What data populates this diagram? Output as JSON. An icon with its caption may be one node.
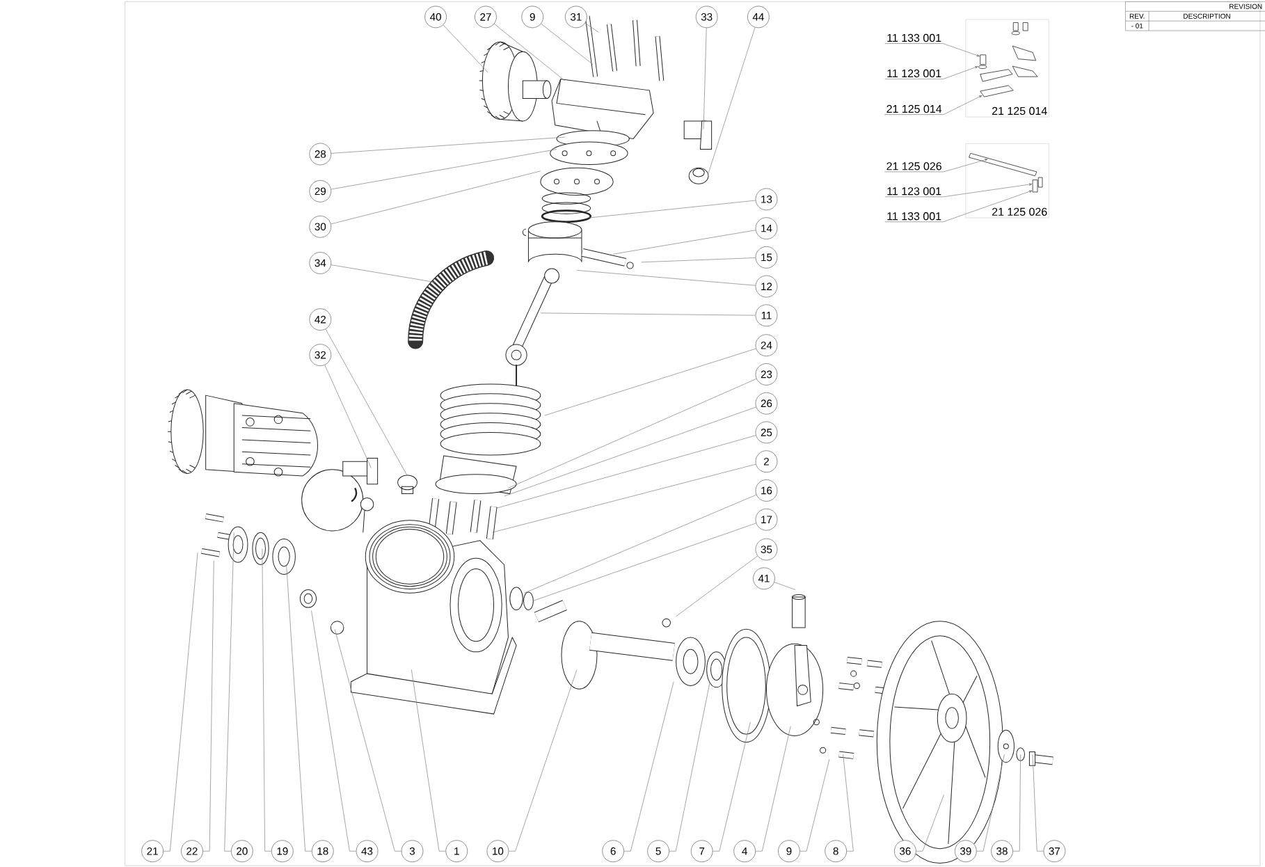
{
  "diagram": {
    "nodes": [
      {
        "text": [
          "40"
        ]
      },
      {
        "text": [
          "27"
        ]
      },
      {
        "text": [
          "9"
        ]
      },
      {
        "text": [
          "31"
        ]
      },
      {
        "text": [
          "33"
        ]
      },
      {
        "text": [
          "44"
        ]
      },
      {
        "text": [
          "28"
        ]
      },
      {
        "text": [
          "29"
        ]
      },
      {
        "text": [
          "30"
        ]
      },
      {
        "text": [
          "34"
        ]
      },
      {
        "text": [
          "42"
        ]
      },
      {
        "text": [
          "32"
        ]
      },
      {
        "text": [
          "13"
        ]
      },
      {
        "text": [
          "14"
        ]
      },
      {
        "text": [
          "15"
        ]
      },
      {
        "text": [
          "12"
        ]
      },
      {
        "text": [
          "11"
        ]
      },
      {
        "text": [
          "24"
        ]
      },
      {
        "text": [
          "23"
        ]
      },
      {
        "text": [
          "26"
        ]
      },
      {
        "text": [
          "25"
        ]
      },
      {
        "text": [
          "2"
        ]
      },
      {
        "text": [
          "16"
        ]
      },
      {
        "text": [
          "17"
        ]
      },
      {
        "text": [
          "35"
        ]
      },
      {
        "text": [
          "41"
        ]
      },
      {
        "text": [
          "21"
        ]
      },
      {
        "text": [
          "22"
        ]
      },
      {
        "text": [
          "20"
        ]
      },
      {
        "text": [
          "19"
        ]
      },
      {
        "text": [
          "18"
        ]
      },
      {
        "text": [
          "43"
        ]
      },
      {
        "text": [
          "3"
        ]
      },
      {
        "text": [
          "1"
        ]
      },
      {
        "text": [
          "10"
        ]
      },
      {
        "text": [
          "6"
        ]
      },
      {
        "text": [
          "5"
        ]
      },
      {
        "text": [
          "7"
        ]
      },
      {
        "text": [
          "4"
        ]
      },
      {
        "text": [
          "9"
        ]
      },
      {
        "text": [
          "8"
        ]
      },
      {
        "text": [
          "36"
        ]
      },
      {
        "text": [
          "39"
        ]
      },
      {
        "text": [
          "38"
        ]
      },
      {
        "text": [
          "37"
        ]
      },
      {
        "text": [
          "21 125 014"
        ]
      },
      {
        "text": [
          "11 133 001"
        ]
      },
      {
        "text": [
          "11 123 001"
        ]
      },
      {
        "text": [
          "21 125 014"
        ]
      },
      {
        "text": [
          "21 125 026"
        ]
      },
      {
        "text": [
          "21 125 026"
        ]
      },
      {
        "text": [
          "11 123 001"
        ]
      },
      {
        "text": [
          "11 133 001"
        ]
      }
    ],
    "edges": [
      {
        "from": 0,
        "to": null,
        "arrow": "none"
      },
      {
        "from": 1,
        "to": null,
        "arrow": "none"
      },
      {
        "from": 2,
        "to": null,
        "arrow": "none"
      },
      {
        "from": 3,
        "to": null,
        "arrow": "none"
      },
      {
        "from": 4,
        "to": null,
        "arrow": "none"
      },
      {
        "from": 5,
        "to": null,
        "arrow": "none"
      },
      {
        "from": 6,
        "to": null,
        "arrow": "none"
      },
      {
        "from": 7,
        "to": null,
        "arrow": "none"
      },
      {
        "from": 8,
        "to": null,
        "arrow": "none"
      },
      {
        "from": 9,
        "to": null,
        "arrow": "none"
      },
      {
        "from": 10,
        "to": null,
        "arrow": "none"
      },
      {
        "from": 11,
        "to": null,
        "arrow": "none"
      },
      {
        "from": 12,
        "to": null,
        "arrow": "none"
      },
      {
        "from": 13,
        "to": null,
        "arrow": "none"
      },
      {
        "from": 14,
        "to": null,
        "arrow": "none"
      },
      {
        "from": 15,
        "to": null,
        "arrow": "none"
      },
      {
        "from": 16,
        "to": null,
        "arrow": "none"
      },
      {
        "from": 17,
        "to": null,
        "arrow": "none"
      },
      {
        "from": 18,
        "to": null,
        "arrow": "none"
      },
      {
        "from": 19,
        "to": null,
        "arrow": "none"
      },
      {
        "from": 20,
        "to": null,
        "arrow": "none"
      },
      {
        "from": 21,
        "to": null,
        "arrow": "none"
      },
      {
        "from": 22,
        "to": null,
        "arrow": "none"
      },
      {
        "from": 23,
        "to": null,
        "arrow": "none"
      },
      {
        "from": 24,
        "to": null,
        "arrow": "none"
      },
      {
        "from": 25,
        "to": null,
        "arrow": "none"
      },
      {
        "from": 26,
        "to": null,
        "arrow": "none"
      },
      {
        "from": 27,
        "to": null,
        "arrow": "none"
      },
      {
        "from": 28,
        "to": null,
        "arrow": "none"
      },
      {
        "from": 29,
        "to": null,
        "arrow": "none"
      },
      {
        "from": 30,
        "to": null,
        "arrow": "none"
      },
      {
        "from": 31,
        "to": null,
        "arrow": "none"
      },
      {
        "from": 32,
        "to": null,
        "arrow": "none"
      },
      {
        "from": 33,
        "to": null,
        "arrow": "none"
      },
      {
        "from": 34,
        "to": null,
        "arrow": "none"
      },
      {
        "from": 35,
        "to": null,
        "arrow": "none"
      },
      {
        "from": 36,
        "to": null,
        "arrow": "none"
      },
      {
        "from": 37,
        "to": null,
        "arrow": "none"
      },
      {
        "from": 38,
        "to": null,
        "arrow": "none"
      },
      {
        "from": 39,
        "to": null,
        "arrow": "none"
      },
      {
        "from": 40,
        "to": null,
        "arrow": "none"
      },
      {
        "from": 41,
        "to": null,
        "arrow": "none"
      },
      {
        "from": 42,
        "to": null,
        "arrow": "none"
      },
      {
        "from": 43,
        "to": null,
        "arrow": "none"
      },
      {
        "from": 44,
        "to": null,
        "arrow": "none"
      },
      {
        "from": 46,
        "to": 45,
        "arrow": "to"
      },
      {
        "from": 47,
        "to": 45,
        "arrow": "to"
      },
      {
        "from": 48,
        "to": 45,
        "arrow": "to"
      },
      {
        "from": 50,
        "to": 49,
        "arrow": "to"
      },
      {
        "from": 51,
        "to": 49,
        "arrow": "to"
      },
      {
        "from": 52,
        "to": 49,
        "arrow": "to"
      }
    ],
    "labels": [
      "REVISION",
      "REV.",
      "DESCRIPTION",
      "- 01"
    ]
  }
}
